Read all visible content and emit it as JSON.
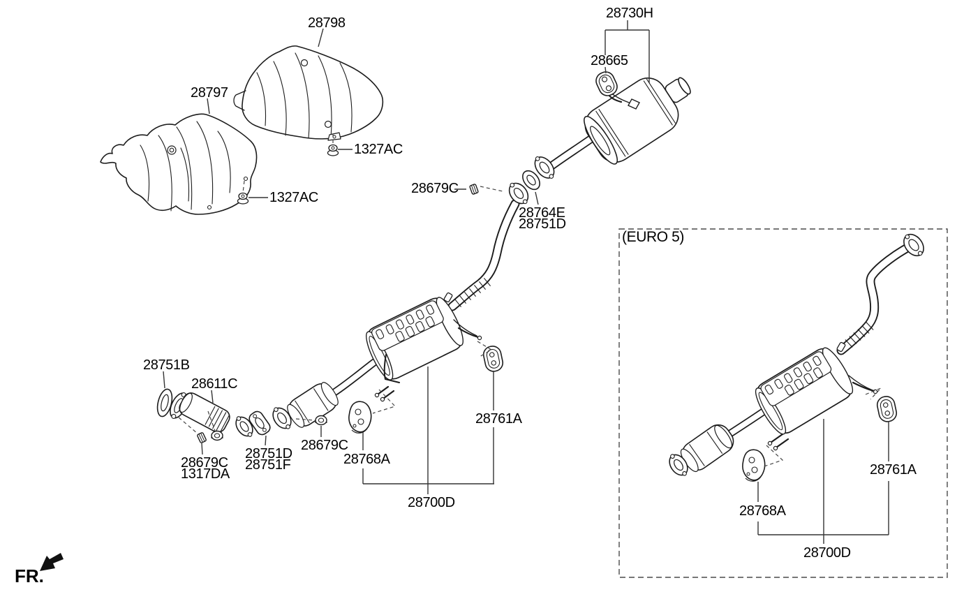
{
  "euro5_caption": "(EURO 5)",
  "fr_label": "FR.",
  "labels": [
    {
      "part": "28798"
    },
    {
      "part": "28797"
    },
    {
      "part": "1327AC"
    },
    {
      "part": "1327AC"
    },
    {
      "part": "28730H"
    },
    {
      "part": "28665"
    },
    {
      "part": "28679C"
    },
    {
      "part": "28764E"
    },
    {
      "part": "28751D"
    },
    {
      "part": "28751B"
    },
    {
      "part": "28611C"
    },
    {
      "part": "28679C"
    },
    {
      "part": "1317DA"
    },
    {
      "part": "28751D"
    },
    {
      "part": "28751F"
    },
    {
      "part": "28679C"
    },
    {
      "part": "28768A"
    },
    {
      "part": "28761A"
    },
    {
      "part": "28700D"
    },
    {
      "part": "28768A"
    },
    {
      "part": "28700D"
    },
    {
      "part": "28761A"
    }
  ],
  "colors": {
    "line": "#1c1c1c",
    "background": "#ffffff"
  }
}
